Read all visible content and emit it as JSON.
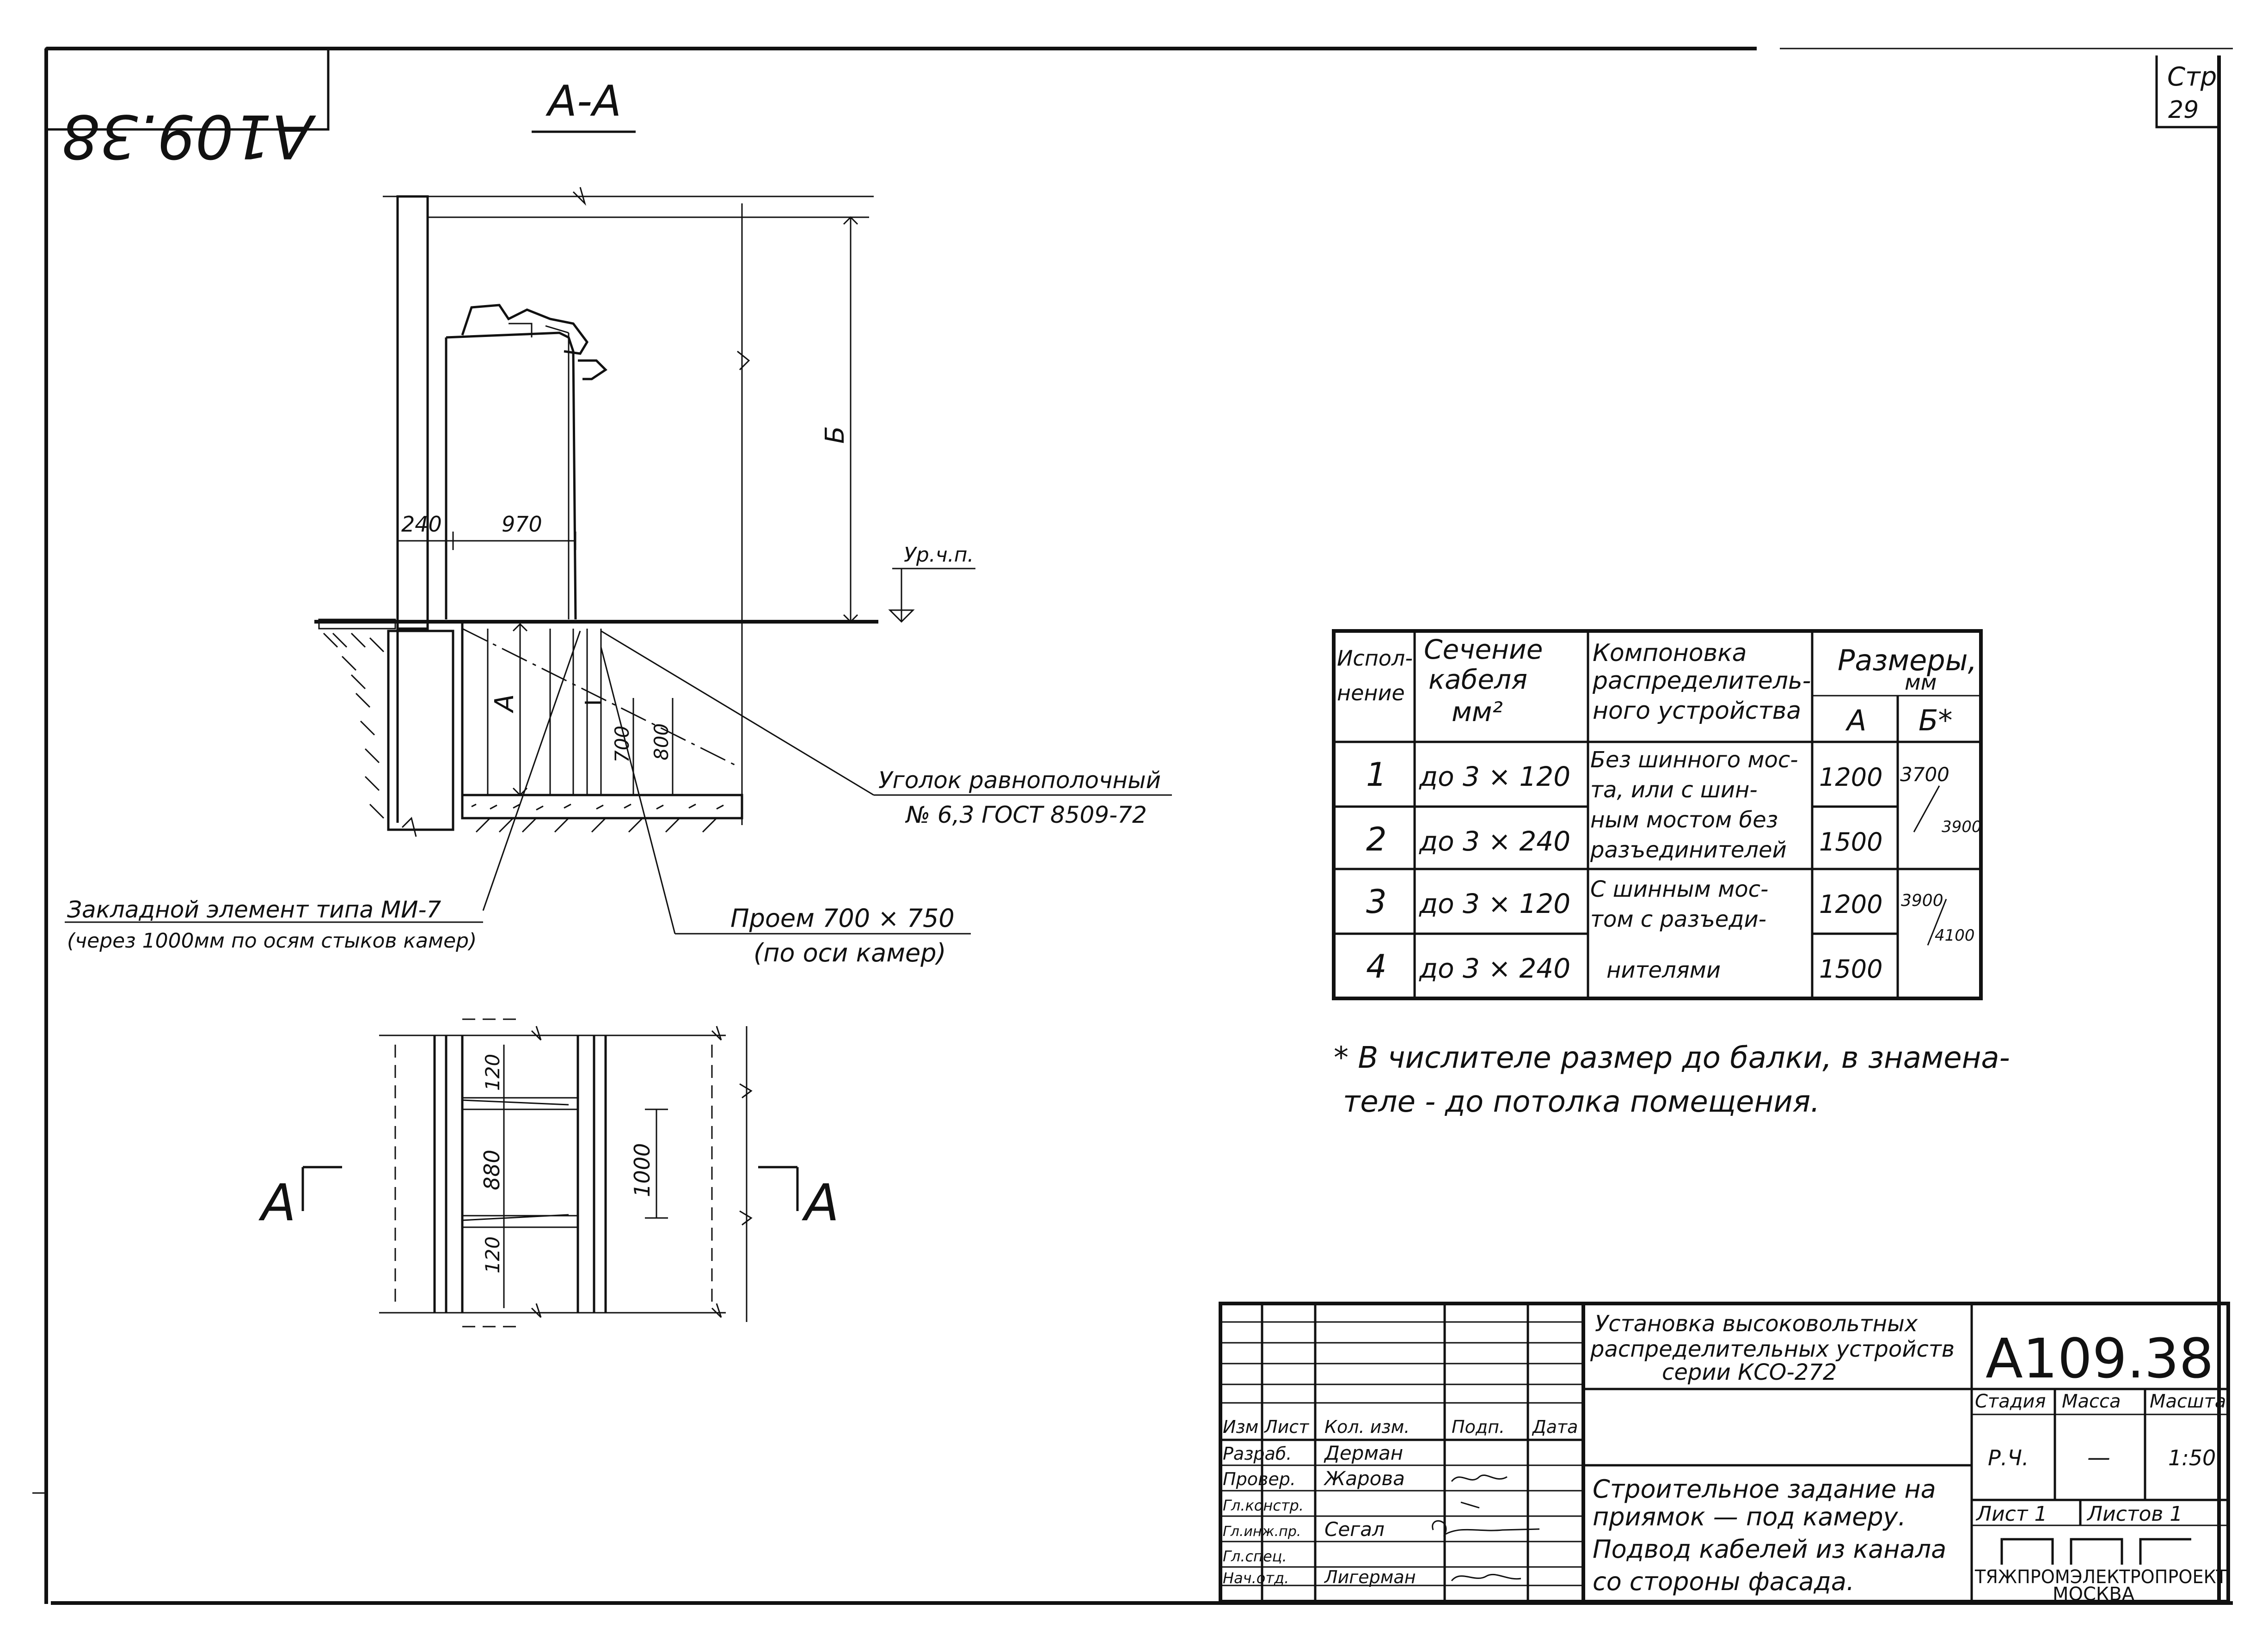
{
  "sheet": {
    "corner_code_rotated": "А109.38",
    "page_label": "Стр",
    "page_number": "29"
  },
  "section": {
    "title": "А-А",
    "dim_240": "240",
    "dim_970": "970",
    "dim_A": "А",
    "dim_B": "Б",
    "dim_700": "700",
    "dim_800": "800",
    "level_label": "Ур.ч.п.",
    "note_angle_line1": "Уголок равнополочный",
    "note_angle_line2": "№ 6,3  ГОСТ 8509-72",
    "note_embed_line1": "Закладной элемент типа МИ-7",
    "note_embed_line2": "(через 1000мм по осям стыков камер)",
    "note_opening_line1": "Проем  700 × 750",
    "note_opening_line2": "(по оси камер)"
  },
  "plan": {
    "dim_120_top": "120",
    "dim_880": "880",
    "dim_120_bottom": "120",
    "dim_1000": "1000",
    "cut_left": "А",
    "cut_right": "А"
  },
  "table": {
    "headers": {
      "variant": [
        "Испол-",
        "нение"
      ],
      "cable": [
        "Сечение",
        "кабеля",
        "мм²"
      ],
      "layout": [
        "Компоновка",
        "распределитель-",
        "ного устройства"
      ],
      "sizes": [
        "Размеры,",
        "мм"
      ],
      "col_A": "А",
      "col_B": "Б*"
    },
    "rows": [
      {
        "variant": "1",
        "cable": "до 3 × 120",
        "A": "1200"
      },
      {
        "variant": "2",
        "cable": "до 3 × 240",
        "A": "1500"
      },
      {
        "variant": "3",
        "cable": "до 3 × 120",
        "A": "1200"
      },
      {
        "variant": "4",
        "cable": "до 3 × 240",
        "A": "1500"
      }
    ],
    "layout_group1": [
      "Без шинного мос-",
      "та, или с шин-",
      "ным мостом без",
      "разъединителей"
    ],
    "layout_group2": [
      "С шинным мос-",
      "том с разъеди-",
      "нителями"
    ],
    "b_group1": {
      "num": "3700",
      "den": "3900"
    },
    "b_group2": {
      "num": "3900",
      "den": "4100"
    }
  },
  "footnote": {
    "line1": "* В числителе размер  до балки, в знамена-",
    "line2": "теле -  до потолка  помещения."
  },
  "title_block": {
    "project": [
      "Установка высоковольтных",
      "распределительных устройств",
      "серии КСО-272"
    ],
    "code": "А109.38",
    "stage_label": "Стадия",
    "mass_label": "Масса",
    "scale_label": "Масшта",
    "stage": "Р.Ч.",
    "mass": "—",
    "scale": "1:50",
    "sheet_label": "Лист 1",
    "sheets_label": "Листов 1",
    "org_logo": "ГПИ",
    "org_name": "ТЯЖПРОМЭЛЕКТРОПРОЕКТ",
    "org_city": "МОСКВА",
    "description": [
      "Строительное задание на",
      "приямок   —  под камеру.",
      "Подвод кабелей из канала",
      "со стороны фасада."
    ],
    "cols": [
      "Изм",
      "Лист",
      "Кол. изм.",
      "Подп.",
      "Дата"
    ],
    "roles": [
      {
        "role": "Разраб.",
        "name": "Дерман"
      },
      {
        "role": "Провер.",
        "name": "Жарова"
      },
      {
        "role": "Гл.констр.",
        "name": ""
      },
      {
        "role": "Гл.инж.пр.",
        "name": "Сегал"
      },
      {
        "role": "Гл.спец.",
        "name": ""
      },
      {
        "role": "Нач.отд.",
        "name": "Лигерман"
      }
    ]
  }
}
